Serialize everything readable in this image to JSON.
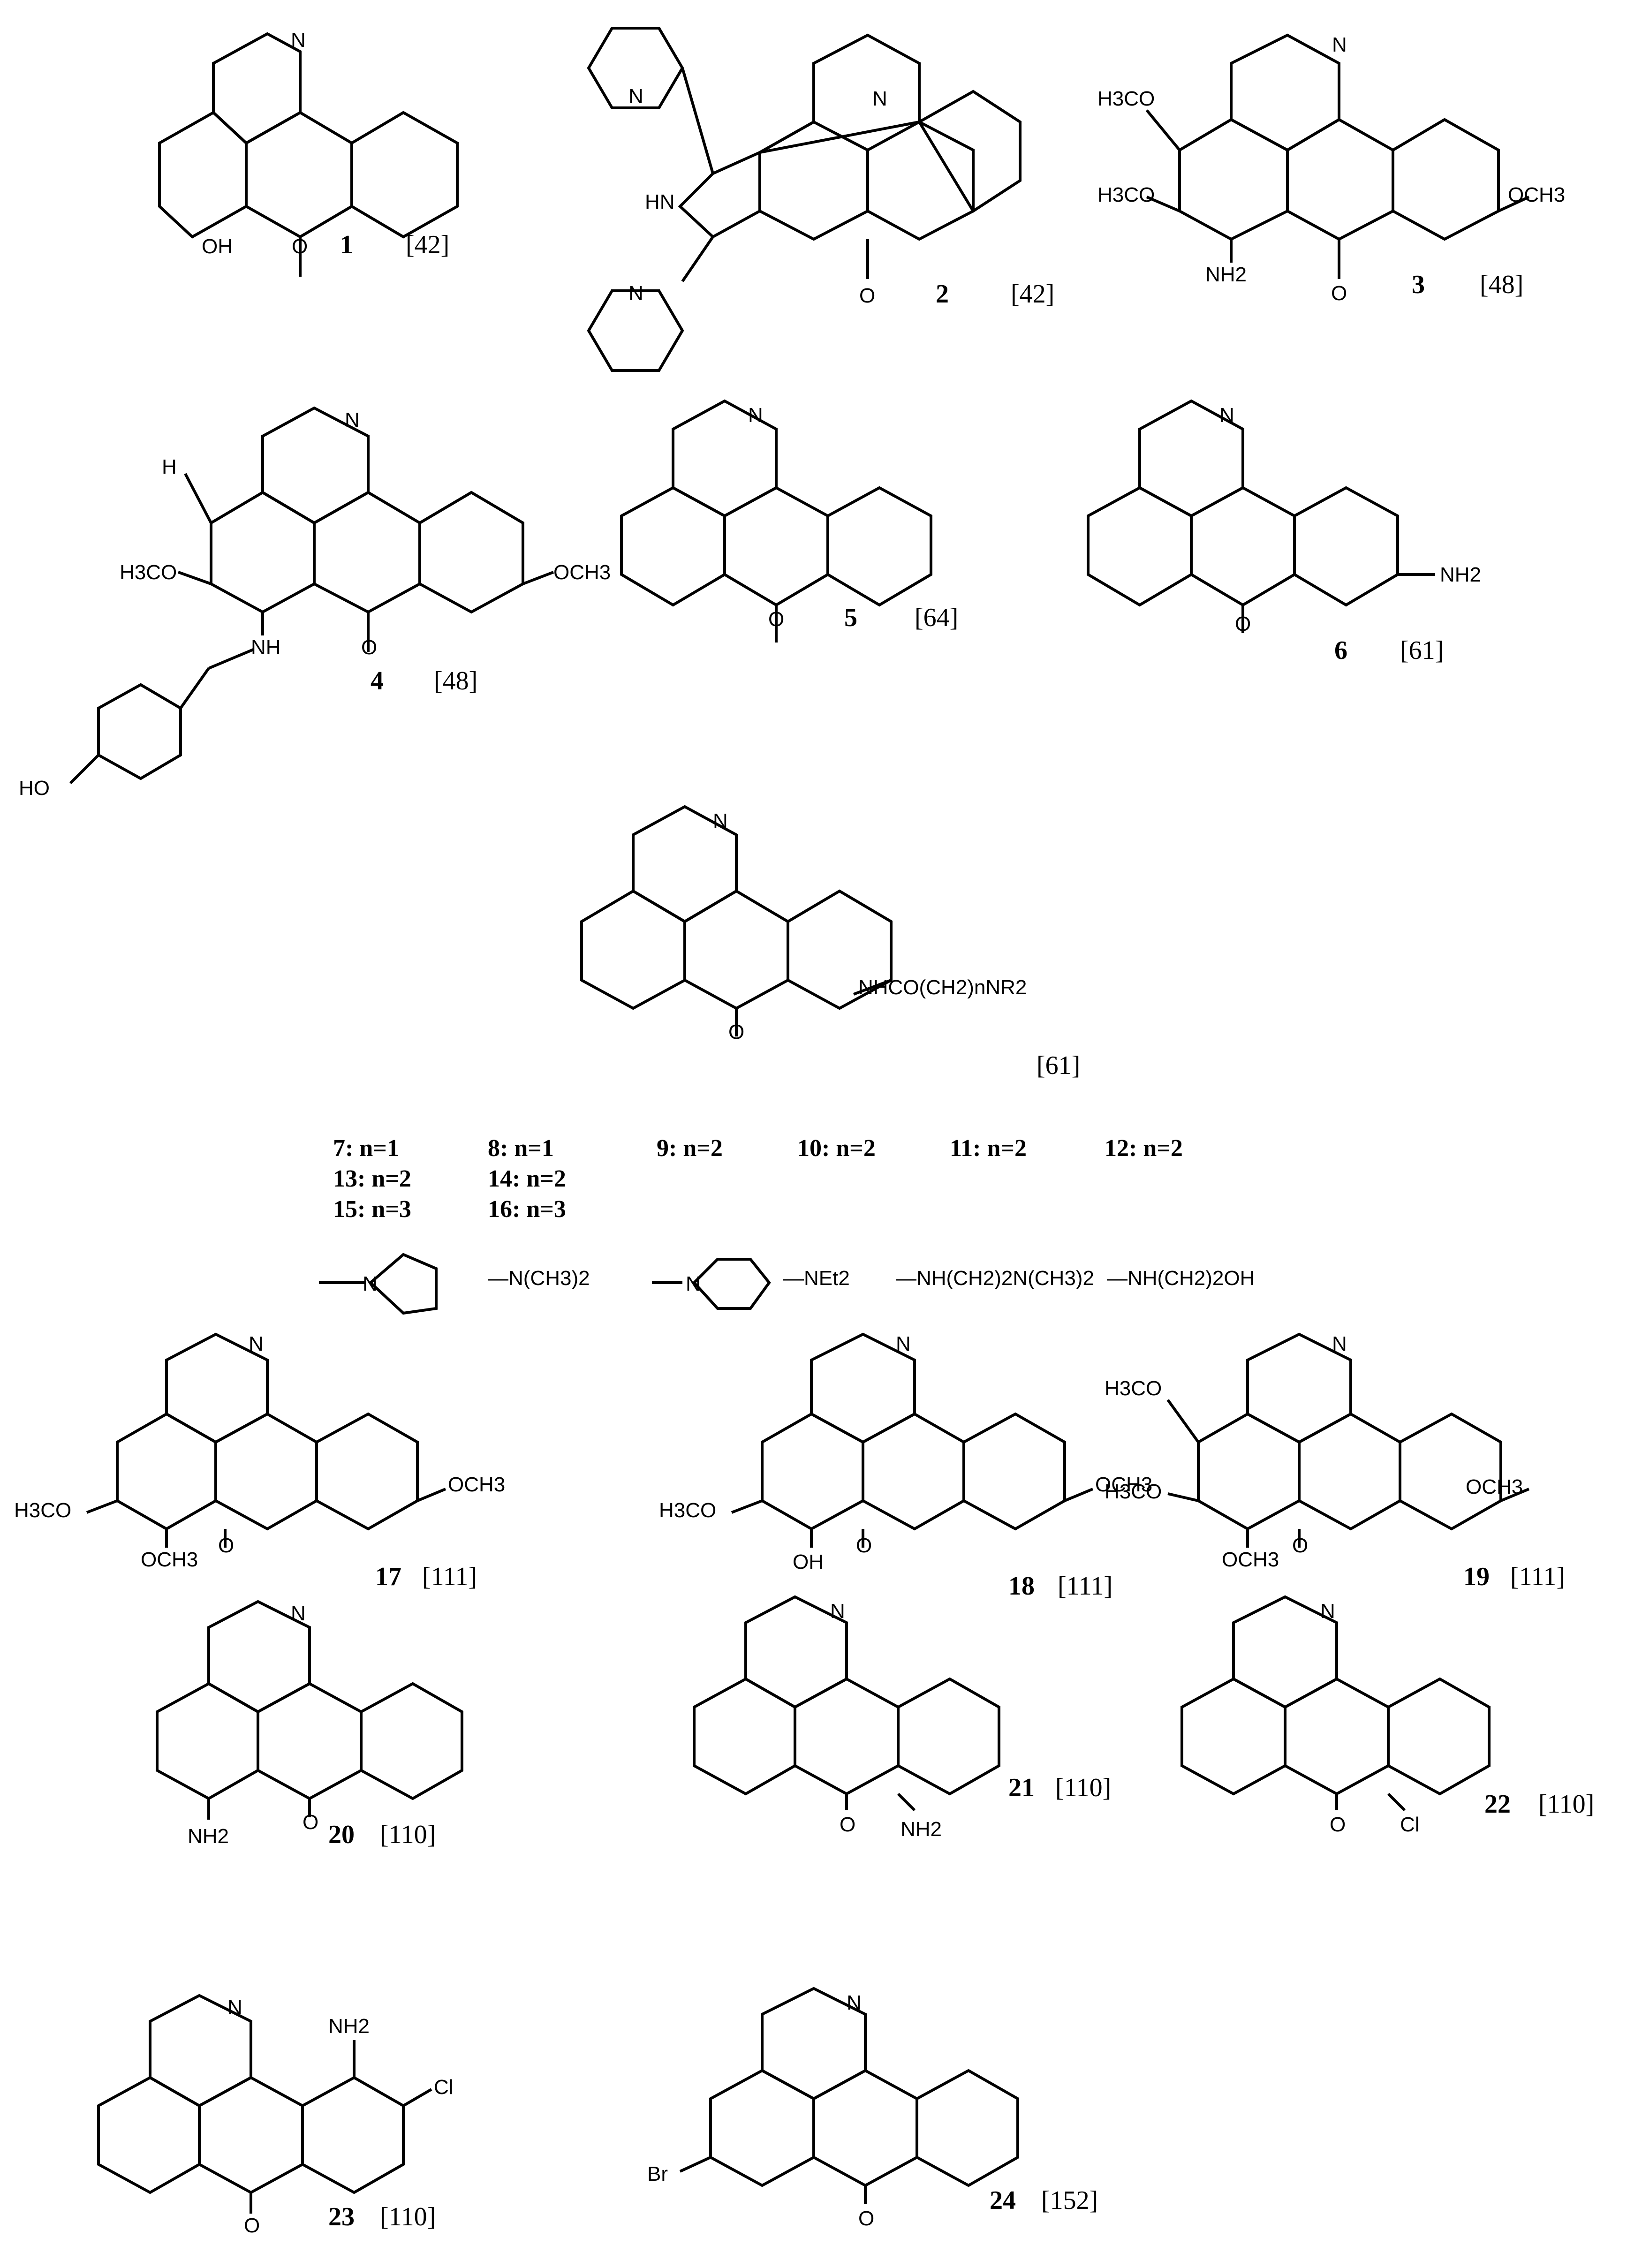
{
  "compounds": [
    {
      "number": "1",
      "ref": "[42]",
      "labels": {
        "n": "N",
        "oh": "OH",
        "o": "O"
      }
    },
    {
      "number": "2",
      "ref": "[42]",
      "labels": {
        "n": "N",
        "n_py1": "N",
        "n_py2": "N",
        "hn": "HN",
        "o": "O"
      }
    },
    {
      "number": "3",
      "ref": "[48]",
      "labels": {
        "n": "N",
        "ome1": "H3CO",
        "ome2": "H3CO",
        "ome3": "OCH3",
        "nh2": "NH2",
        "o": "O"
      }
    },
    {
      "number": "4",
      "ref": "[48]",
      "labels": {
        "n": "N",
        "h": "H",
        "ome1": "H3CO",
        "ome2": "OCH3",
        "nh": "NH",
        "o": "O",
        "ho": "HO"
      }
    },
    {
      "number": "5",
      "ref": "[64]",
      "labels": {
        "n": "N",
        "o": "O"
      }
    },
    {
      "number": "6",
      "ref": "[61]",
      "labels": {
        "n": "N",
        "nh2": "NH2",
        "o": "O"
      }
    },
    {
      "number": "",
      "ref": "[61]",
      "labels": {
        "n": "N",
        "sub": "NHCO(CH2)nNR2",
        "o": "O"
      }
    },
    {
      "number": "17",
      "ref": "[111]",
      "labels": {
        "n": "N",
        "ome1": "H3CO",
        "ome2": "OCH3",
        "ome3": "OCH3",
        "o": "O"
      }
    },
    {
      "number": "18",
      "ref": "[111]",
      "labels": {
        "n": "N",
        "ome1": "H3CO",
        "ome2": "OCH3",
        "oh": "OH",
        "o": "O"
      }
    },
    {
      "number": "19",
      "ref": "[111]",
      "labels": {
        "n": "N",
        "ome1": "H3CO",
        "ome2": "H3CO",
        "ome3": "OCH3",
        "ome4": "OCH3",
        "o": "O"
      }
    },
    {
      "number": "20",
      "ref": "[110]",
      "labels": {
        "n": "N",
        "nh2": "NH2",
        "o": "O"
      }
    },
    {
      "number": "21",
      "ref": "[110]",
      "labels": {
        "n": "N",
        "nh2": "NH2",
        "o": "O"
      }
    },
    {
      "number": "22",
      "ref": "[110]",
      "labels": {
        "n": "N",
        "cl": "Cl",
        "o": "O"
      }
    },
    {
      "number": "23",
      "ref": "[110]",
      "labels": {
        "n": "N",
        "nh2": "NH2",
        "cl": "Cl",
        "o": "O"
      }
    },
    {
      "number": "24",
      "ref": "[152]",
      "labels": {
        "n": "N",
        "br": "Br",
        "o": "O"
      }
    }
  ],
  "series_table": {
    "row1": [
      "7:  n=1",
      "8:  n=1",
      "9: n=2",
      "10: n=2",
      "11: n=2",
      "12: n=2"
    ],
    "row2": [
      "13: n=2",
      "14: n=2"
    ],
    "row3": [
      "15: n=3",
      "16: n=3"
    ],
    "substituents": {
      "nme2": "—N(CH3)2",
      "net2": "—NEt2",
      "nh_ch2_2_nme2": "—NH(CH2)2N(CH3)2",
      "nh_ch2_2_oh": "—NH(CH2)2OH"
    }
  }
}
